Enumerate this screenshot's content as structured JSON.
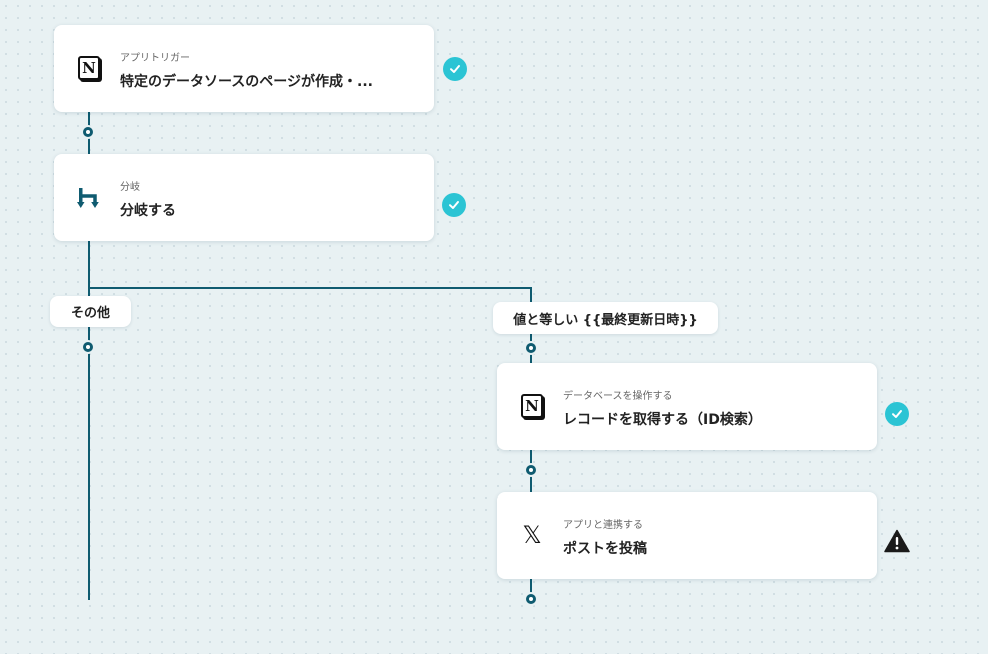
{
  "colors": {
    "line": "#0f5b70",
    "check": "#2bc4d4",
    "warning": "#1a1a1a",
    "card": "#ffffff",
    "canvas": "#e8f1f3"
  },
  "steps": [
    {
      "sub": "アプリトリガー",
      "title": "特定のデータソースのページが作成・...",
      "icon": "notion-icon",
      "status": "success"
    },
    {
      "sub": "分岐",
      "title": "分岐する",
      "icon": "branch-icon",
      "status": "success"
    },
    {
      "sub": "データベースを操作する",
      "title": "レコードを取得する（ID検索）",
      "icon": "notion-icon",
      "status": "success"
    },
    {
      "sub": "アプリと連携する",
      "title": "ポストを投稿",
      "icon": "x-icon",
      "status": "warning"
    }
  ],
  "branches": {
    "other_label": "その他",
    "condition_label": "値と等しい {{最終更新日時}}"
  },
  "icons": {
    "notion_letter": "N",
    "x_glyph": "𝕏"
  }
}
